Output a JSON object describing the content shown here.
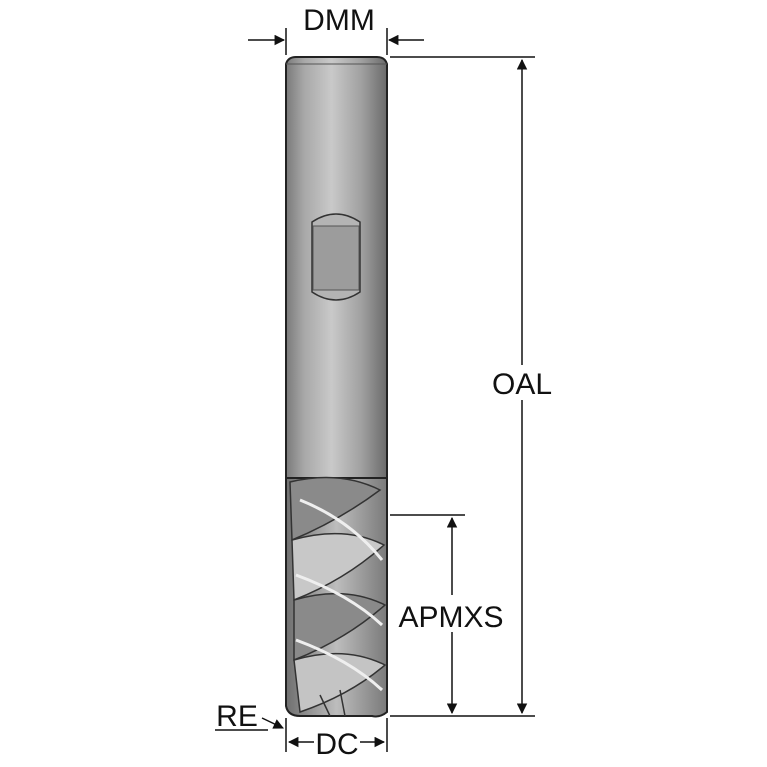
{
  "labels": {
    "dmm": "DMM",
    "oal": "OAL",
    "apmxs": "APMXS",
    "re": "RE",
    "dc": "DC"
  },
  "colors": {
    "line": "#111111",
    "metal_light": "#d2d2d2",
    "metal_mid": "#a6a6a6",
    "metal_dark": "#6e6e6e",
    "outline": "#222222"
  }
}
